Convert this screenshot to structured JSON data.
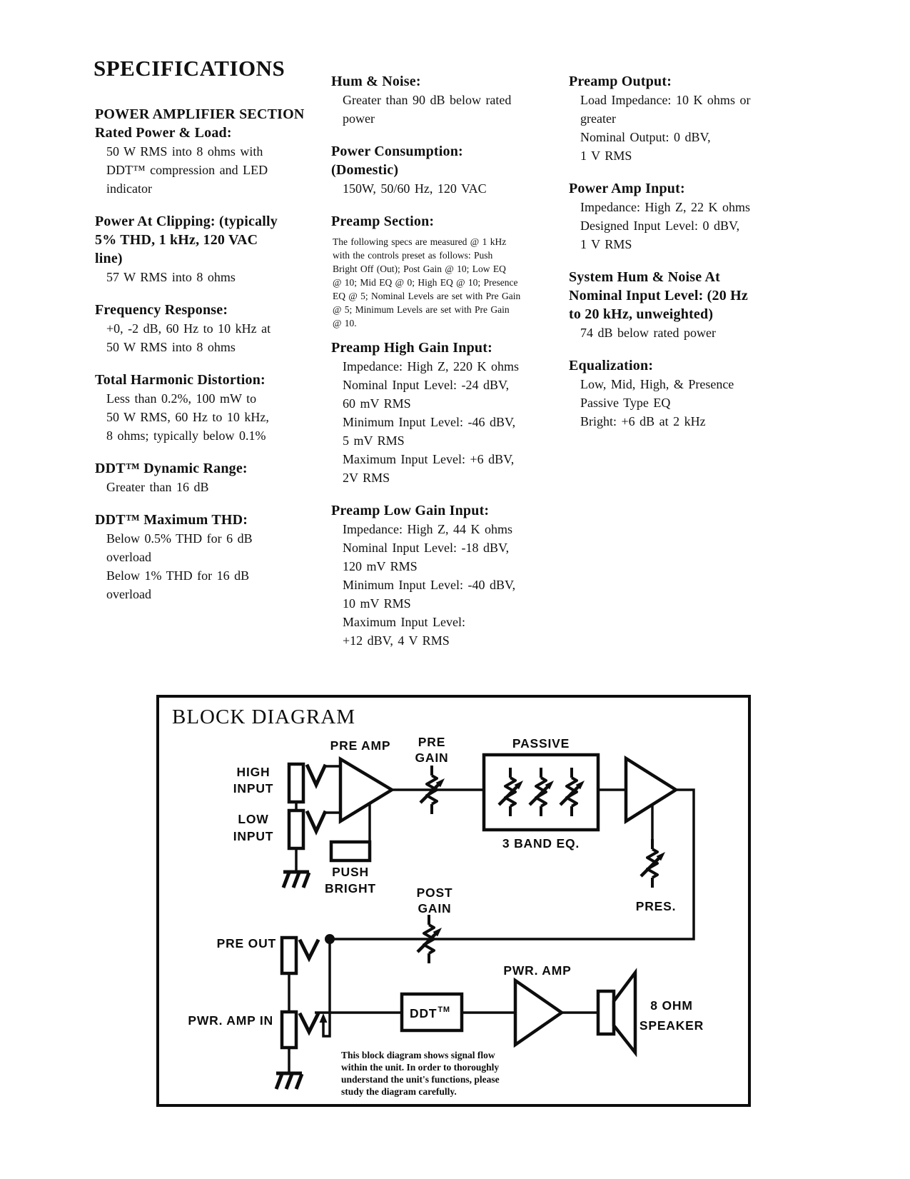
{
  "page": {
    "title": "SPECIFICATIONS"
  },
  "columns": [
    {
      "sections": [
        {
          "heading": "POWER AMPLIFIER SECTION\nRated Power & Load:",
          "body": "50 W RMS into 8 ohms with\nDDT™ compression and LED\nindicator"
        },
        {
          "heading": "Power At Clipping: (typically\n5% THD, 1 kHz, 120 VAC\nline)",
          "body": "57 W RMS into 8 ohms"
        },
        {
          "heading": "Frequency Response:",
          "body": "+0, -2 dB, 60 Hz to 10 kHz at\n50 W RMS into 8 ohms"
        },
        {
          "heading": "Total Harmonic Distortion:",
          "body": "Less than 0.2%, 100 mW to\n50 W RMS, 60 Hz to 10 kHz,\n8 ohms; typically below 0.1%"
        },
        {
          "heading": "DDT™ Dynamic Range:",
          "body": "Greater than 16 dB"
        },
        {
          "heading": "DDT™ Maximum THD:",
          "body": "Below 0.5% THD for 6 dB\noverload\nBelow 1% THD for 16 dB\noverload"
        }
      ]
    },
    {
      "sections": [
        {
          "heading": "Hum & Noise:",
          "body": "Greater than 90 dB below rated\npower"
        },
        {
          "heading": "Power Consumption:\n(Domestic)",
          "body": "150W, 50/60 Hz, 120 VAC"
        },
        {
          "heading": "Preamp Section:",
          "note": "The following specs are measured @ 1 kHz\nwith the controls preset as follows:  Push\nBright Off (Out); Post Gain @ 10; Low EQ\n@ 10; Mid EQ @ 0; High EQ @ 10; Presence\nEQ @ 5; Nominal Levels are set with Pre Gain\n@ 5; Minimum Levels are set with Pre Gain\n@ 10."
        },
        {
          "heading": "Preamp High Gain Input:",
          "body": "Impedance: High Z, 220 K ohms\nNominal Input Level: -24 dBV,\n60 mV RMS\nMinimum Input Level: -46 dBV,\n5 mV RMS\nMaximum Input Level: +6 dBV,\n2V RMS"
        },
        {
          "heading": "Preamp Low Gain Input:",
          "body": "Impedance: High Z, 44 K ohms\nNominal Input Level: -18 dBV,\n120 mV RMS\nMinimum Input Level: -40 dBV,\n10 mV RMS\nMaximum Input Level:\n+12 dBV, 4 V RMS"
        }
      ]
    },
    {
      "sections": [
        {
          "heading": "Preamp Output:",
          "body": "Load Impedance: 10 K ohms or\ngreater\nNominal Output: 0 dBV,\n1 V RMS"
        },
        {
          "heading": "Power Amp Input:",
          "body": "Impedance: High Z, 22 K ohms\nDesigned Input Level: 0 dBV,\n1 V RMS"
        },
        {
          "heading": "System Hum & Noise At\nNominal Input Level: (20 Hz\nto 20 kHz, unweighted)",
          "body": "74 dB below rated power"
        },
        {
          "heading": "Equalization:",
          "body": "Low, Mid, High, & Presence\nPassive Type EQ\nBright: +6 dB at 2 kHz"
        }
      ]
    }
  ],
  "diagram": {
    "title": "BLOCK DIAGRAM",
    "labels": {
      "pre_amp": "PRE AMP",
      "pre_gain": [
        "PRE",
        "GAIN"
      ],
      "passive": "PASSIVE",
      "band_eq": "3 BAND EQ.",
      "high_input": [
        "HIGH",
        "INPUT"
      ],
      "low_input": [
        "LOW",
        "INPUT"
      ],
      "push_bright": [
        "PUSH",
        "BRIGHT"
      ],
      "post_gain": [
        "POST",
        "GAIN"
      ],
      "pre_out": "PRE OUT",
      "pwr_amp_in": "PWR. AMP IN",
      "ddt": "DDT",
      "ddt_tm": "TM",
      "pwr_amp": "PWR. AMP",
      "pres": "PRES.",
      "speaker": [
        "8 OHM",
        "SPEAKER"
      ]
    },
    "caption": [
      "This block diagram shows signal flow",
      "within the unit. In order to thoroughly",
      "understand the unit's functions, please",
      "study the diagram carefully."
    ]
  }
}
